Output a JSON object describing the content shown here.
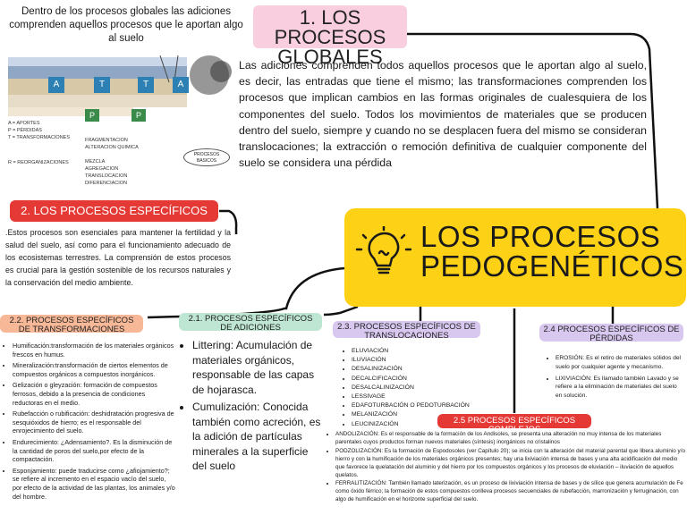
{
  "caption": "Dentro de los procesos globales las adiciones comprenden aquellos procesos que le aportan algo al suelo",
  "main_title": "LOS PROCESOS PEDOGENÉTICOS",
  "s1": {
    "title": "1. LOS PROCESOS GLOBALES",
    "body": "Las adiciones comprenden todos aquellos procesos que le aportan algo al suelo, es decir, las entradas que tiene el mismo; las transformaciones comprenden los procesos que implican cambios en las formas originales de cualesquiera de los componentes del suelo. Todos los movimientos de materiales que se producen dentro del suelo, siempre y cuando no se desplacen fuera del mismo se consideran translocaciones; la extracción o remoción definitiva de cualquier componente del suelo se considera una pérdida"
  },
  "s2": {
    "title": "2. LOS PROCESOS ESPECÍFICOS",
    "body": ".Estos procesos son esenciales para mantener la fertilidad y la salud del suelo, así como para el funcionamiento adecuado de los ecosistemas terrestres. La comprensión de estos procesos es crucial para la gestión sostenible de los recursos naturales y la conservación del medio ambiente."
  },
  "figure": {
    "markers": [
      "A",
      "T",
      "T",
      "A",
      "P",
      "P"
    ],
    "legend": [
      "A = APORTES",
      "P = PÉRDIDAS",
      "T = TRANSFORMACIONES",
      "R = REORGANIZACIONES"
    ],
    "t_items": [
      "FRAGMENTACION",
      "ALTERACION QUIMICA"
    ],
    "r_items": [
      "MEZCLA",
      "AGREGACION",
      "TRANSLOCACION",
      "DIFERENCIACION"
    ],
    "result": "PROCESOS BASICOS"
  },
  "s22": {
    "title": "2.2. PROCESOS ESPECÍFICOS DE TRANSFORMACIONES",
    "items": [
      "Humificación:transformación de los materiales orgánicos frescos en humus.",
      "Mineralización:transformación de ciertos elementos de compuestos orgánicos a compuestos inorgánicos.",
      "Gelización o gleyzación: formación de compuestos ferrosos, debido a la presencia de condiciones reductoras en el medio.",
      "Rubefacción o rubificación: deshidratación progresiva de sesquióxidos de hierro; es el responsable del enrojecimiento del suelo.",
      "Endurecimiento: ¿Adensamiento?. Es la disminución de la cantidad de poros del suelo,por efecto de la compactación.",
      "Esponjamiento: puede traducirse como ¿afiojamiento?; se refiere al incremento en el espacio vacío del suelo, por efecto de la actividad de las plantas, los animales y/o del hombre."
    ]
  },
  "s21": {
    "title": "2.1. PROCESOS ESPECÍFICOS DE ADICIONES",
    "items": [
      "Littering: Acumulación de materiales orgánicos, responsable de las capas de hojarasca.",
      "Cumulización: Conocida también como acreción, es la adición de partículas minerales a la superficie del suelo"
    ]
  },
  "s23": {
    "title": "2.3. PROCESOS ESPECÍFICOS DE TRANSLOCACIONES",
    "items": [
      "ELUVIACIÓN",
      "ILUVIACIÓN",
      "DESALINIZACIÓN",
      "DECALCIFICACIÓN",
      "DESALCALINIZACIÓN",
      "LESSIVAGE",
      "EDAFOTURBACIÓN O PEDOTURBACIÓN",
      "MELANIZACIÓN",
      "LEUCINIZACIÓN"
    ]
  },
  "s24": {
    "title": "2.4 PROCESOS ESPECÍFICOS DE PÉRDIDAS",
    "items": [
      "EROSIÓN: Es el retiro de materiales sólidos del suelo por cualquier agente y mecanismo.",
      "LIXIVIACIÓN: Es llamado también Lavado y se refiere a la eliminación de materiales del suelo en solución."
    ]
  },
  "s25": {
    "title": "2.5 PROCESOS ESPECÍFICOS COMPLEJOS",
    "items": [
      "ANDOLIZACIÓN: Es el responsable de la formación de los Andisoles, se presenta una alteración no muy intensa de los materiales parentales cuyos productos forman nuevos materiales (síntesis) inorgánicos no cristalinos",
      "PODZOLIZACIÓN: Es la formación de Espodosoles (ver Capítulo 20); se inicia con la alteración del material parental que libera aluminio y/o hierro y con la humificación de los materiales orgánicos presentes; hay una lixiviación intensa de bases y una alta acidificación del medio que favorece la quelatación del aluminio y del hierro por los compuestos orgánicos y los procesos de eluviación – iluviación de aquellos quelatos.",
      "FERRALITIZACIÓN: También llamado laterización, es un proceso de lixiviación intensa de bases y de sílice que genera acumulación de Fe como óxido férrico; la formación de estos compuestos conlleva procesos secuenciales de rubefacción, marronización y ferruginación, con algo de humificación en el horizonte superficial del suelo."
    ]
  },
  "colors": {
    "yellow": "#fcd116",
    "red": "#e53935",
    "pink": "#f9cfe0",
    "peach": "#f6b897",
    "mint": "#bfe5d3",
    "lavender": "#d8c8f0"
  },
  "icons": [
    "lightbulb-icon"
  ]
}
